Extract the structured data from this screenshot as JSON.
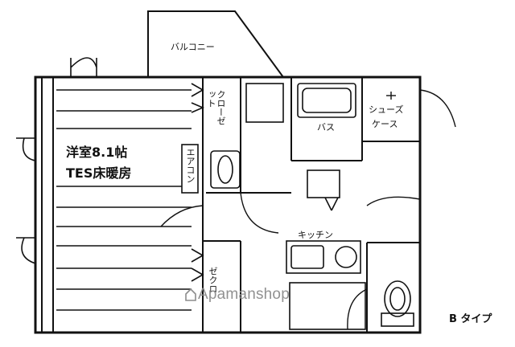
{
  "rooms": {
    "balcony": "バルコニー",
    "western_room": "洋室8.1帖",
    "floor_heating": "TES床暖房",
    "closet_main": "クローゼット",
    "aircon": "エアコン",
    "bath": "バス",
    "shoe_case_line1": "シューズ",
    "shoe_case_line2": "ケース",
    "kitchen": "キッチン",
    "closet_lower": "ゼクロ"
  },
  "watermark": "Apamanshop",
  "type_label": "B タイプ",
  "colors": {
    "line": "#111111",
    "watermark": "#8c8c8c",
    "background": "#ffffff"
  }
}
